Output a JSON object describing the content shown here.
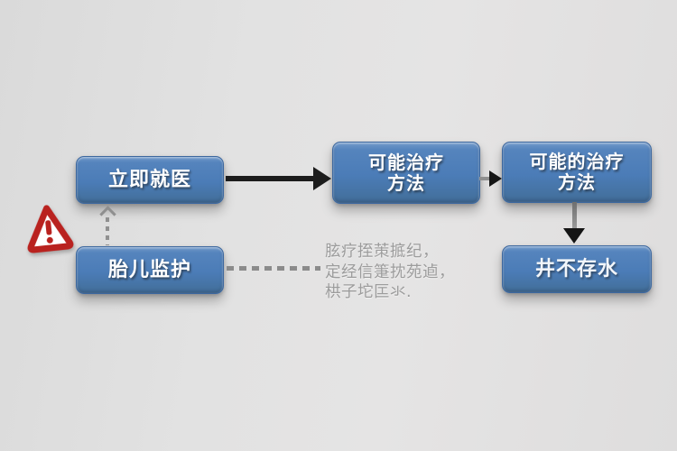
{
  "diagram": {
    "boxes": [
      {
        "id": "seek-care",
        "label": "立即就医"
      },
      {
        "id": "fetal-monitoring",
        "label": "胎儿监护"
      },
      {
        "id": "possible-treatment",
        "line1": "可能治疗",
        "line2": "方法"
      },
      {
        "id": "possible-treatment-alt",
        "line1": "可能的治疗",
        "line2": "方法"
      },
      {
        "id": "outcome-garbled",
        "label": "井不存水"
      }
    ],
    "caption": {
      "lines": [
        "胘疗挃茦掋纪，",
        "定经信箑抌苑逌，",
        "栱子坨匞氺."
      ]
    },
    "icons": {
      "warning": "exclamation-triangle"
    },
    "colors": {
      "box_blue": "#4b7cb7",
      "box_border": "#3d689f",
      "arrow_black": "#1c1c1c",
      "arrow_gray": "#8f8f8f",
      "warning_red": "#b9221f",
      "background": "#e1e0e0",
      "caption_gray": "#9c9c9c"
    }
  }
}
